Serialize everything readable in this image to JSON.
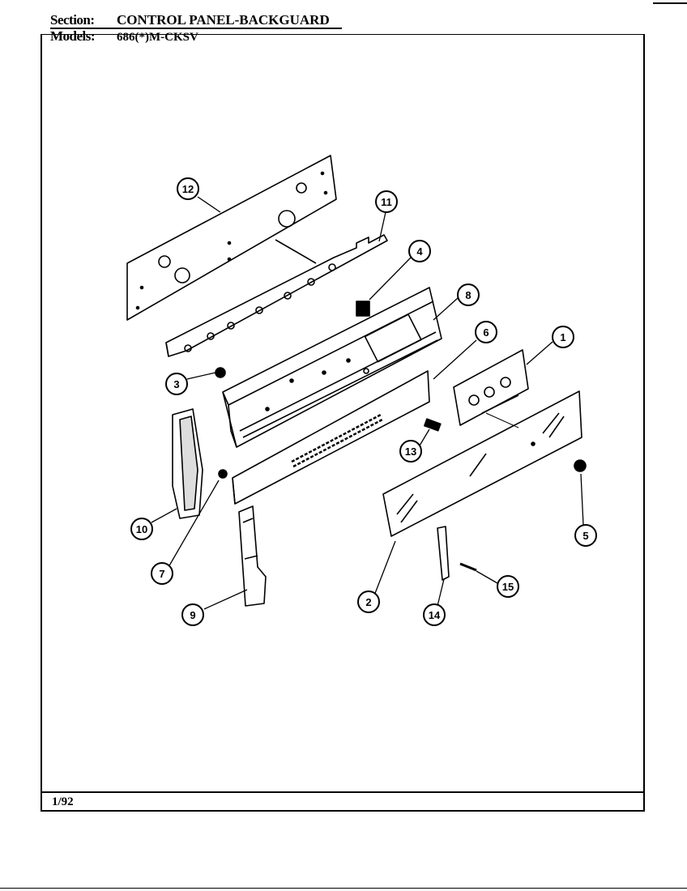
{
  "header": {
    "section_label": "Section:",
    "section_value": "CONTROL PANEL-BACKGUARD",
    "models_label": "Models:",
    "models_value": "686(*)M-CKSV"
  },
  "footer": {
    "date": "1/92"
  },
  "callouts": [
    "1",
    "2",
    "3",
    "4",
    "5",
    "6",
    "7",
    "8",
    "9",
    "10",
    "11",
    "12",
    "13",
    "14",
    "15"
  ]
}
